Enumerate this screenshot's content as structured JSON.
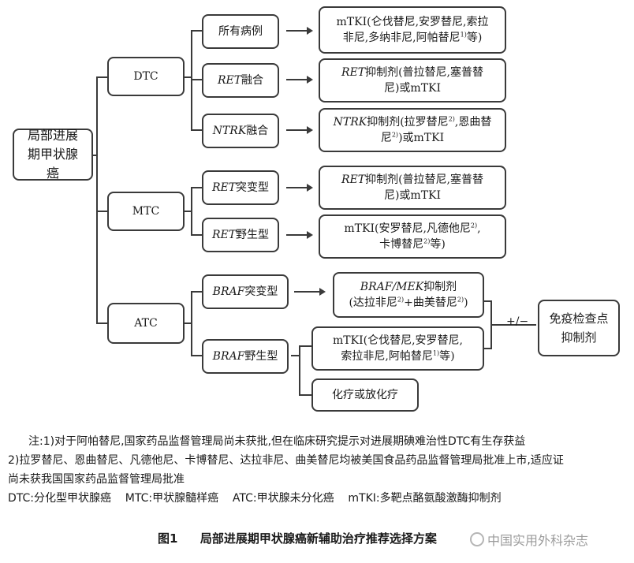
{
  "root": "局部进展期甲状腺癌",
  "types": {
    "dtc": "DTC",
    "mtc": "MTC",
    "atc": "ATC"
  },
  "branches": {
    "all_cases": "所有病例",
    "ret_fusion_gene": "RET",
    "ret_fusion_suffix": "融合",
    "ntrk_fusion_gene": "NTRK",
    "ntrk_fusion_suffix": "融合",
    "ret_mut_gene": "RET",
    "ret_mut_suffix": "突变型",
    "ret_wt_gene": "RET",
    "ret_wt_suffix": "野生型",
    "braf_mut_gene": "BRAF",
    "braf_mut_suffix": "突变型",
    "braf_wt_gene": "BRAF",
    "braf_wt_suffix": "野生型"
  },
  "treatments": {
    "dtc_all_l1": "mTKI(仑伐替尼,安罗替尼,索拉",
    "dtc_all_l2a": "非尼,多纳非尼,阿帕替尼",
    "dtc_all_sup": "1)",
    "dtc_all_l2b": "等)",
    "dtc_ret_gene": "RET",
    "dtc_ret_l1": "抑制剂(普拉替尼,塞普替",
    "dtc_ret_l2": "尼)或mTKI",
    "dtc_ntrk_gene": "NTRK",
    "dtc_ntrk_l1a": "抑制剂(拉罗替尼",
    "dtc_ntrk_sup1": "2)",
    "dtc_ntrk_l1b": ",恩曲替",
    "dtc_ntrk_l2a": "尼",
    "dtc_ntrk_sup2": "2)",
    "dtc_ntrk_l2b": ")或mTKI",
    "mtc_ret_gene": "RET",
    "mtc_ret_l1": "抑制剂(普拉替尼,塞普替",
    "mtc_ret_l2": "尼)或mTKI",
    "mtc_wt_l1a": "mTKI(安罗替尼,凡德他尼",
    "mtc_wt_sup1": "2)",
    "mtc_wt_l1b": ",",
    "mtc_wt_l2a": "卡博替尼",
    "mtc_wt_sup2": "2)",
    "mtc_wt_l2b": "等)",
    "atc_mut_gene": "BRAF/MEK",
    "atc_mut_l1": "抑制剂",
    "atc_mut_l2a": "(达拉非尼",
    "atc_mut_sup1": "2)",
    "atc_mut_l2b": "+曲美替尼",
    "atc_mut_sup2": "2)",
    "atc_mut_l2c": ")",
    "atc_wt_l1": "mTKI(仑伐替尼,安罗替尼,",
    "atc_wt_l2a": "索拉非尼,阿帕替尼",
    "atc_wt_sup": "1)",
    "atc_wt_l2b": "等)",
    "chemo": "化疗或放化疗",
    "plus_minus": "+/−",
    "immune_l1": "免疫检查点",
    "immune_l2": "抑制剂"
  },
  "notes": {
    "line1": "注:1)对于阿帕替尼,国家药品监督管理局尚未获批,但在临床研究提示对进展期碘难治性DTC有生存获益",
    "line2": "2)拉罗替尼、恩曲替尼、凡德他尼、卡博替尼、达拉非尼、曲美替尼均被美国食品药品监督管理局批准上市,适应证",
    "line3": "尚未获我国国家药品监督管理局批准",
    "line4": "DTC:分化型甲状腺癌    MTC:甲状腺髓样癌    ATC:甲状腺未分化癌    mTKI:多靶点酪氨酸激酶抑制剂"
  },
  "caption": {
    "figure_no": "图1",
    "title": "局部进展期甲状腺癌新辅助治疗推荐选择方案"
  },
  "watermark": "中国实用外科杂志"
}
